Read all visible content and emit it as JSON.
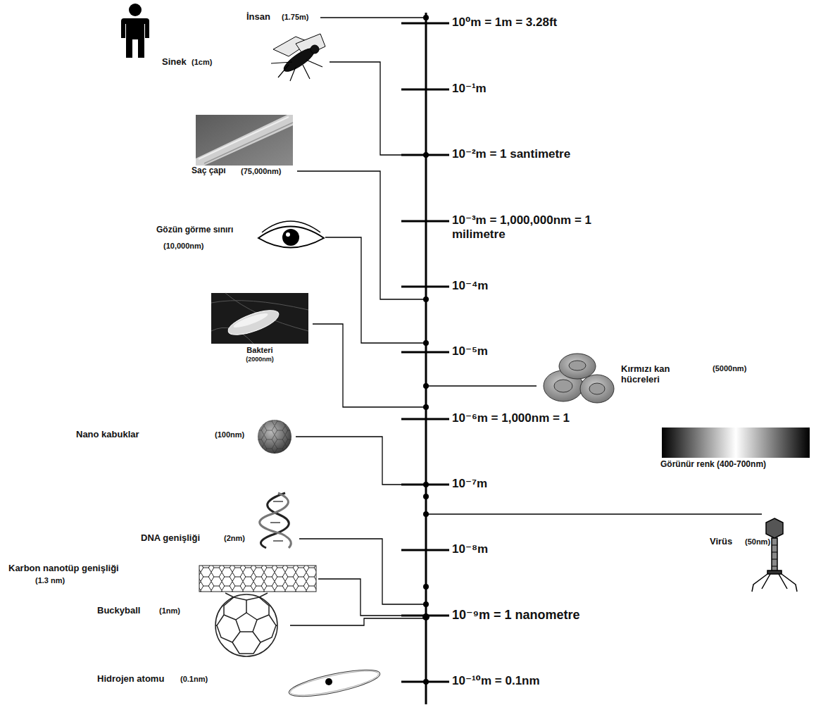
{
  "diagram": {
    "labels": [
      "İnsan",
      "(1.75m)",
      "10⁰m = 1m = 3.28ft",
      "Sinek",
      "(1cm)",
      "10⁻¹m",
      "10⁻²m = 1 santimetre",
      "Saç çapı",
      "(75,000nm)",
      "10⁻³m = 1,000,000nm = 1 milimetre",
      "Gözün görme sınırı",
      "(10,000nm)",
      "10⁻⁴m",
      "Bakteri",
      "(2000nm)",
      "10⁻⁵m",
      "Kırmızı kan hücreleri",
      "(5000nm)",
      "10⁻⁶m = 1,000nm = 1",
      "Nano kabuklar",
      "(100nm)",
      "Görünür renk (400-700nm)",
      "10⁻⁷m",
      "Virüs",
      "(50nm)",
      "DNA genişliği",
      "(2nm)",
      "10⁻⁸m",
      "Karbon nanotüp genişliği",
      "(1.3 nm)",
      "10⁻⁹m = 1 nanometre",
      "Buckyball",
      "(1nm)",
      "Hidrojen atomu",
      "(0.1nm)",
      "10⁻¹⁰m = 0.1nm"
    ]
  }
}
